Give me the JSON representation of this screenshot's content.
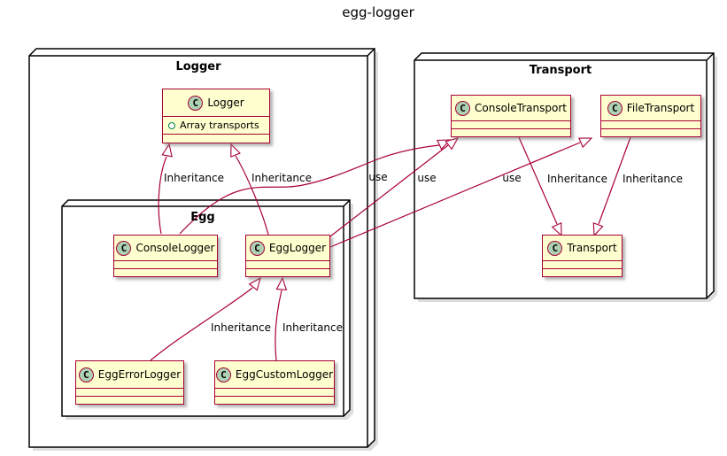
{
  "title": "egg-logger",
  "colors": {
    "class_fill": "#FEFECE",
    "class_border": "#A80036",
    "line": "#A80036",
    "stereotype_circle_fill": "#ADD1B2",
    "field_marker": "#038048",
    "package_border": "#000000",
    "package_fill": "#FFFFFF"
  },
  "packages": [
    {
      "label": "Logger"
    },
    {
      "label": "Egg"
    },
    {
      "label": "Transport"
    }
  ],
  "classes": [
    {
      "name": "Logger",
      "stereotype": "C",
      "fields": [
        "Array transports"
      ]
    },
    {
      "name": "ConsoleLogger",
      "stereotype": "C",
      "fields": []
    },
    {
      "name": "EggLogger",
      "stereotype": "C",
      "fields": []
    },
    {
      "name": "EggErrorLogger",
      "stereotype": "C",
      "fields": []
    },
    {
      "name": "EggCustomLogger",
      "stereotype": "C",
      "fields": []
    },
    {
      "name": "ConsoleTransport",
      "stereotype": "C",
      "fields": []
    },
    {
      "name": "FileTransport",
      "stereotype": "C",
      "fields": []
    },
    {
      "name": "Transport",
      "stereotype": "C",
      "fields": []
    }
  ],
  "relations": [
    {
      "from": "ConsoleLogger",
      "to": "Logger",
      "label": "Inheritance"
    },
    {
      "from": "EggLogger",
      "to": "Logger",
      "label": "Inheritance"
    },
    {
      "from": "ConsoleLogger",
      "to": "ConsoleTransport",
      "label": "use"
    },
    {
      "from": "EggLogger",
      "to": "ConsoleTransport",
      "label": "use"
    },
    {
      "from": "EggLogger",
      "to": "FileTransport",
      "label": "use"
    },
    {
      "from": "ConsoleTransport",
      "to": "Transport",
      "label": "Inheritance"
    },
    {
      "from": "FileTransport",
      "to": "Transport",
      "label": "Inheritance"
    },
    {
      "from": "EggErrorLogger",
      "to": "EggLogger",
      "label": "Inheritance"
    },
    {
      "from": "EggCustomLogger",
      "to": "EggLogger",
      "label": "Inheritance"
    }
  ]
}
